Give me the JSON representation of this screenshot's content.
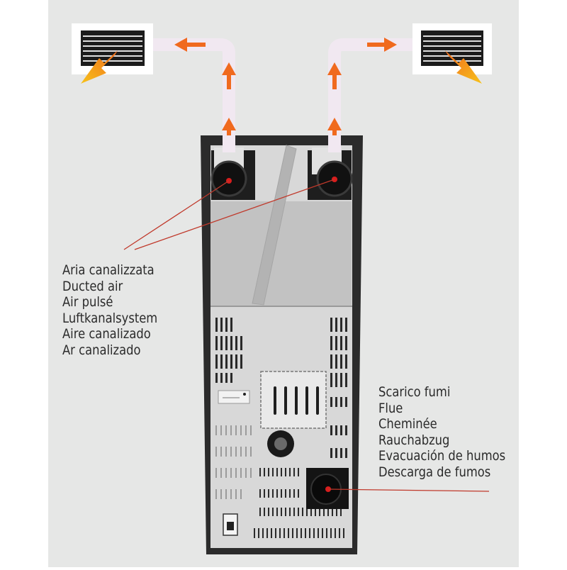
{
  "diagram": {
    "ducted_air_labels": [
      "Aria canalizzata",
      "Ducted air",
      "Air pulsé",
      "Luftkanalsystem",
      "Aire canalizado",
      "Ar canalizado"
    ],
    "flue_labels": [
      "Scarico fumi",
      "Flue",
      "Cheminée",
      "Rauchabzug",
      "Evacuación de humos",
      "Descarga de fumos"
    ],
    "colors": {
      "panel_background": "#e6e7e6",
      "stove_frame": "#2b2b2b",
      "stove_body": "#d8d8d8",
      "duct_pipe": "#f1e8f1",
      "arrow_orange": "#f06a1e",
      "arrow_yellow": "#f7b21a",
      "leader_line": "#c0392b"
    }
  }
}
